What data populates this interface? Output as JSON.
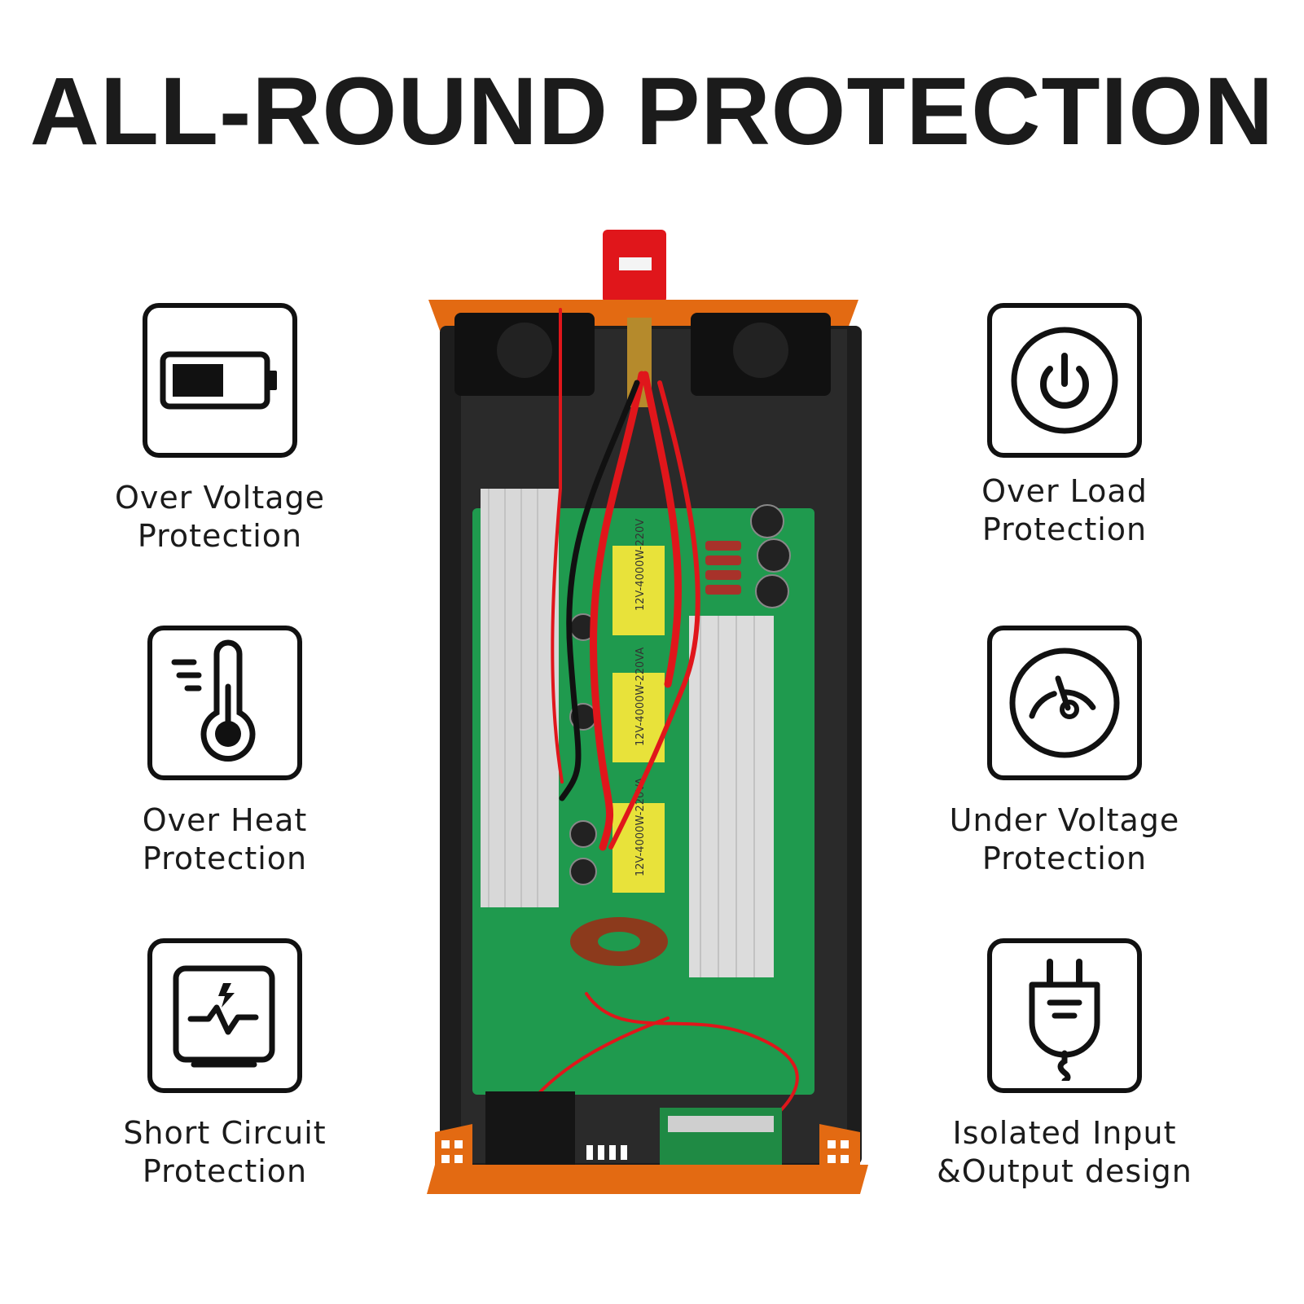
{
  "title": "ALL-ROUND PROTECTION",
  "features": {
    "left": [
      {
        "line1": "Over Voltage",
        "line2": "Protection",
        "icon": "battery-icon"
      },
      {
        "line1": "Over Heat",
        "line2": "Protection",
        "icon": "thermometer-icon"
      },
      {
        "line1": "Short Circuit",
        "line2": "Protection",
        "icon": "lightning-monitor-icon"
      }
    ],
    "right": [
      {
        "line1": "Over Load",
        "line2": "Protection",
        "icon": "power-icon"
      },
      {
        "line1": "Under Voltage",
        "line2": "Protection",
        "icon": "gauge-icon"
      },
      {
        "line1": "Isolated Input",
        "line2": "&Output design",
        "icon": "plug-icon"
      }
    ]
  },
  "board_markings": {
    "transformer_1": "12V-4000W-220V",
    "transformer_2": "12V-4000W-220VA",
    "transformer_3": "12V-4000W-220VA"
  },
  "colors": {
    "title": "#1b1b1b",
    "case_orange": "#e36a12",
    "pcb_green": "#1f9a4e",
    "wire_red": "#e0161b"
  }
}
